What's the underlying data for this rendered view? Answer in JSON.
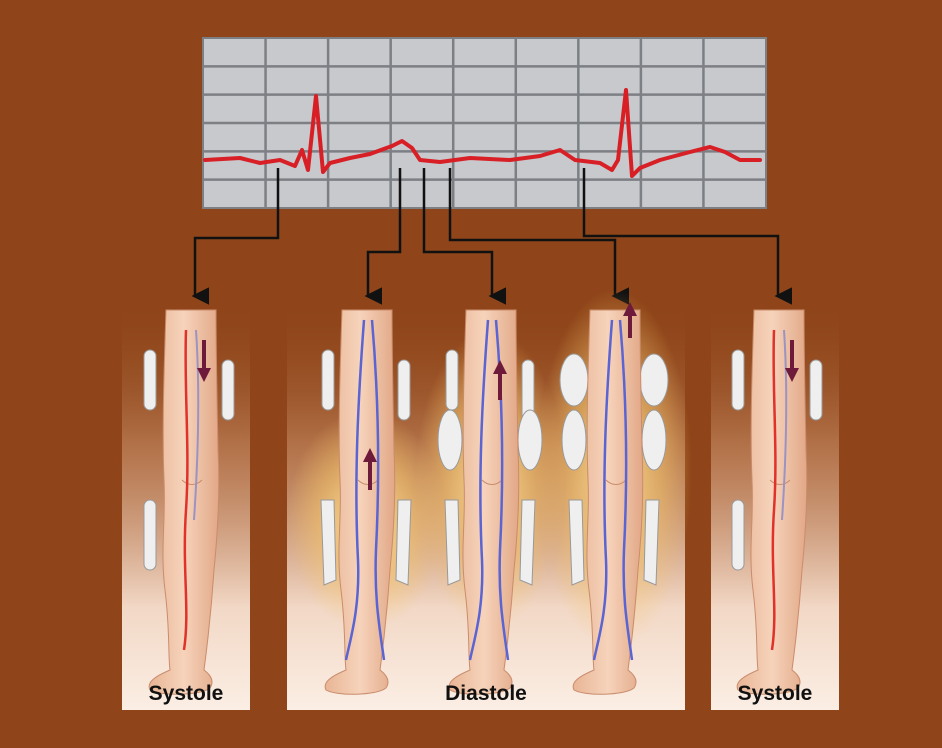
{
  "phases": [
    {
      "label": "Systole",
      "flow": "down"
    },
    {
      "label": "Diastole",
      "flow": "up"
    },
    {
      "label": "Systole",
      "flow": "down"
    }
  ],
  "colors": {
    "background": "#8f4519",
    "ecg_trace": "#d81f26",
    "ecg_grid_fill": "#c7c9cc",
    "ecg_grid_line": "#7c7f84",
    "artery": "#e0322a",
    "vein": "#5a64d2",
    "flow_arrow": "#6e1a3a",
    "cuff": "#efefef",
    "skin": "#f0c6a8"
  },
  "icons": [
    "leg",
    "compression-cuff",
    "flow-arrow",
    "connector-arrow"
  ]
}
